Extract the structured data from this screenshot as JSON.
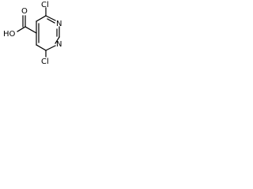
{
  "molecule": {
    "atoms": {
      "cl_top": "Cl",
      "cl_bottom": "Cl",
      "n_right_top": "N",
      "n_right_bottom": "N",
      "o_carbonyl": "O",
      "oh": "HO"
    }
  }
}
